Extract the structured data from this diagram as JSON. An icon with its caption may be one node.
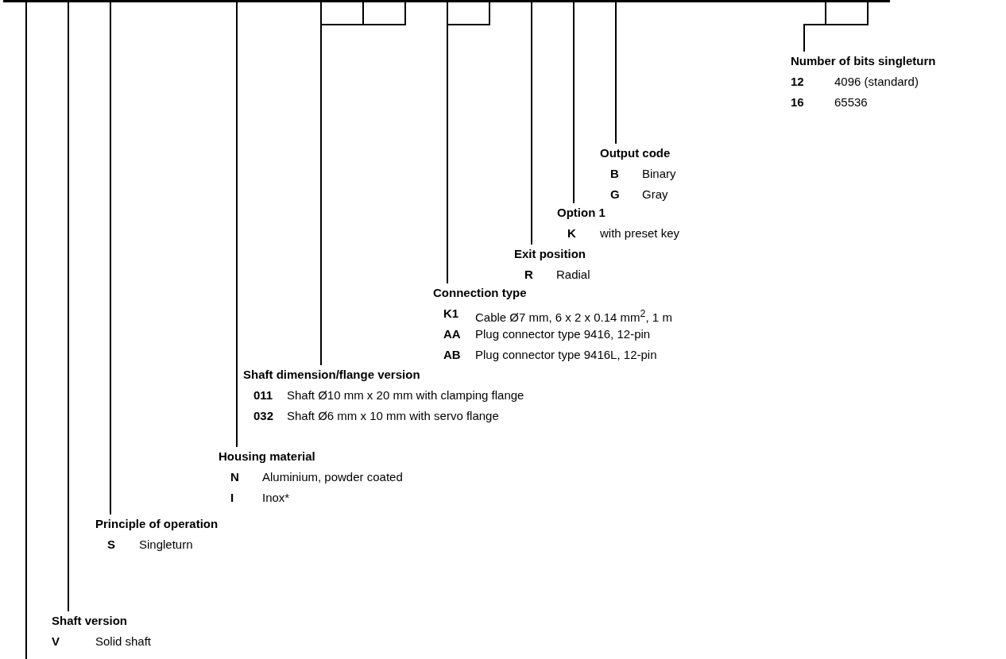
{
  "diagram": {
    "nodes": [
      {
        "text": [
          "Number of bits singleturn",
          "12",
          "4096 (standard)",
          "16",
          "65536"
        ]
      },
      {
        "text": [
          "Output code",
          "B",
          "Binary",
          "G",
          "Gray"
        ]
      },
      {
        "text": [
          "Option 1",
          "K",
          "with preset key"
        ]
      },
      {
        "text": [
          "Exit position",
          "R",
          "Radial"
        ]
      },
      {
        "text": [
          "Connection type",
          "K1",
          "Cable Ø7 mm, 6 x 2 x 0.14 mm$^{2}$, 1 m",
          "AA",
          "Plug connector type 9416, 12-pin",
          "AB",
          "Plug connector type 9416L, 12-pin"
        ]
      },
      {
        "text": [
          "Shaft dimension/flange version",
          "011",
          "Shaft Ø10 mm x 20 mm with clamping flange",
          "032",
          "Shaft Ø6 mm x 10 mm with servo flange"
        ]
      },
      {
        "text": [
          "Housing material",
          "N",
          "Aluminium, powder coated",
          "I",
          "Inox*"
        ]
      },
      {
        "text": [
          "Principle of operation",
          "S",
          "Singleturn"
        ]
      },
      {
        "text": [
          "Shaft version",
          "V",
          "Solid shaft"
        ]
      }
    ],
    "edges": [
      {
        "from": 0,
        "to": null,
        "arrow": "none"
      },
      {
        "from": 1,
        "to": null,
        "arrow": "none"
      },
      {
        "from": 2,
        "to": null,
        "arrow": "none"
      },
      {
        "from": 3,
        "to": null,
        "arrow": "none"
      },
      {
        "from": 4,
        "to": null,
        "arrow": "none"
      },
      {
        "from": 5,
        "to": null,
        "arrow": "none"
      },
      {
        "from": 6,
        "to": null,
        "arrow": "none"
      },
      {
        "from": 7,
        "to": null,
        "arrow": "none"
      },
      {
        "from": 8,
        "to": null,
        "arrow": "none"
      }
    ]
  }
}
